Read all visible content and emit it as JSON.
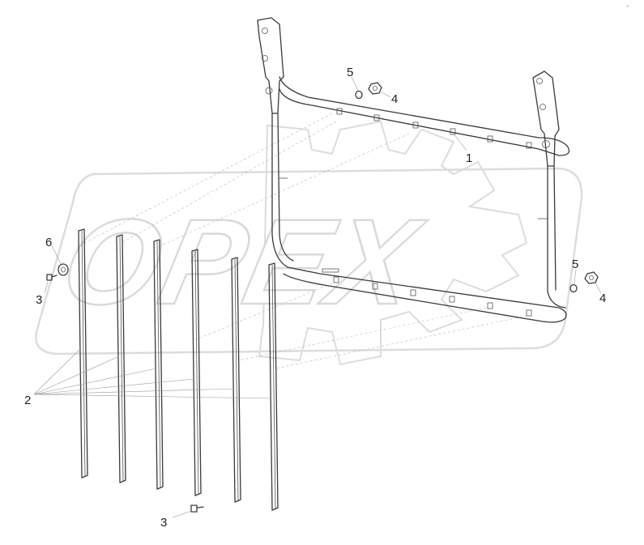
{
  "corner_mark": "∕∕∕",
  "watermark": {
    "text": "OPEX",
    "color": "#d9d9d9"
  },
  "callouts": {
    "c1": "1",
    "c2": "2",
    "c3_left": "3",
    "c3_bottom": "3",
    "c4_top": "4",
    "c4_right": "4",
    "c5_top": "5",
    "c5_right": "5",
    "c6": "6"
  },
  "colors": {
    "line": "#3a3a3a",
    "leader": "#9a9a9a"
  }
}
